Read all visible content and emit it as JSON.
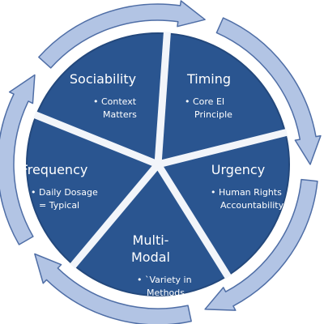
{
  "colors": {
    "wheel_fill": "#2a5590",
    "wheel_outline": "#23487c",
    "divider": "#f2f5fa",
    "arrow_fill": "#b2c4e4",
    "arrow_outline": "#4f6ea6"
  },
  "segments": [
    {
      "title": "Timing",
      "bullets": [
        "• Core EI",
        "Principle"
      ]
    },
    {
      "title": "Urgency",
      "bullets": [
        "• Human Rights",
        "Accountability"
      ]
    },
    {
      "title": "Multi-",
      "title2": "Modal",
      "bullets": [
        "• `Variety in",
        "Methods"
      ]
    },
    {
      "title": "Frequency",
      "bullets": [
        "• Daily Dosage",
        "= Typical"
      ]
    },
    {
      "title": "Sociability",
      "bullets": [
        "• Context",
        "Matters"
      ]
    }
  ]
}
